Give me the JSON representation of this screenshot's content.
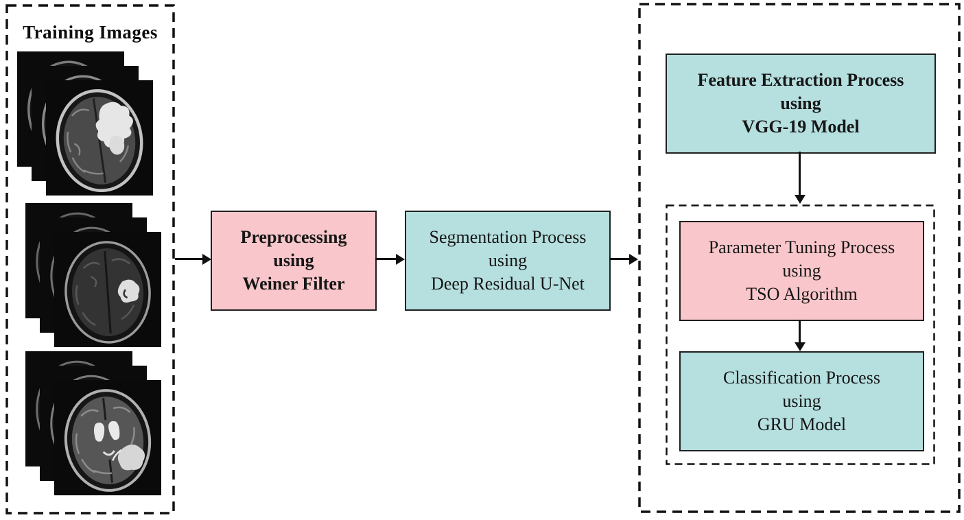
{
  "left_panel": {
    "title": "Training Images",
    "stacks": [
      {
        "name": "brain-mri-stack-1",
        "description": "axial T2 MRI slices with large frontal tumor"
      },
      {
        "name": "brain-mri-stack-2",
        "description": "axial FLAIR MRI slices with right-side tumor"
      },
      {
        "name": "brain-mri-stack-3",
        "description": "axial T2 MRI slices with temporal tumor"
      }
    ]
  },
  "boxes": {
    "preprocessing": {
      "line1": "Preprocessing",
      "line2": "using",
      "line3": "Weiner Filter"
    },
    "segmentation": {
      "line1": "Segmentation Process",
      "line2": "using",
      "line3": "Deep Residual U-Net"
    },
    "feature_extraction": {
      "line1": "Feature Extraction Process",
      "line2": "using",
      "line3": "VGG-19 Model"
    },
    "parameter_tuning": {
      "line1": "Parameter Tuning Process",
      "line2": "using",
      "line3": "TSO Algorithm"
    },
    "classification": {
      "line1": "Classification Process",
      "line2": "using",
      "line3": "GRU Model"
    }
  },
  "colors": {
    "box_pink": "#f9c7cb",
    "box_teal": "#b6dfdf",
    "box_border": "#1f1f1f",
    "dashed_border": "#111111",
    "arrow": "#111111",
    "background": "#ffffff"
  }
}
